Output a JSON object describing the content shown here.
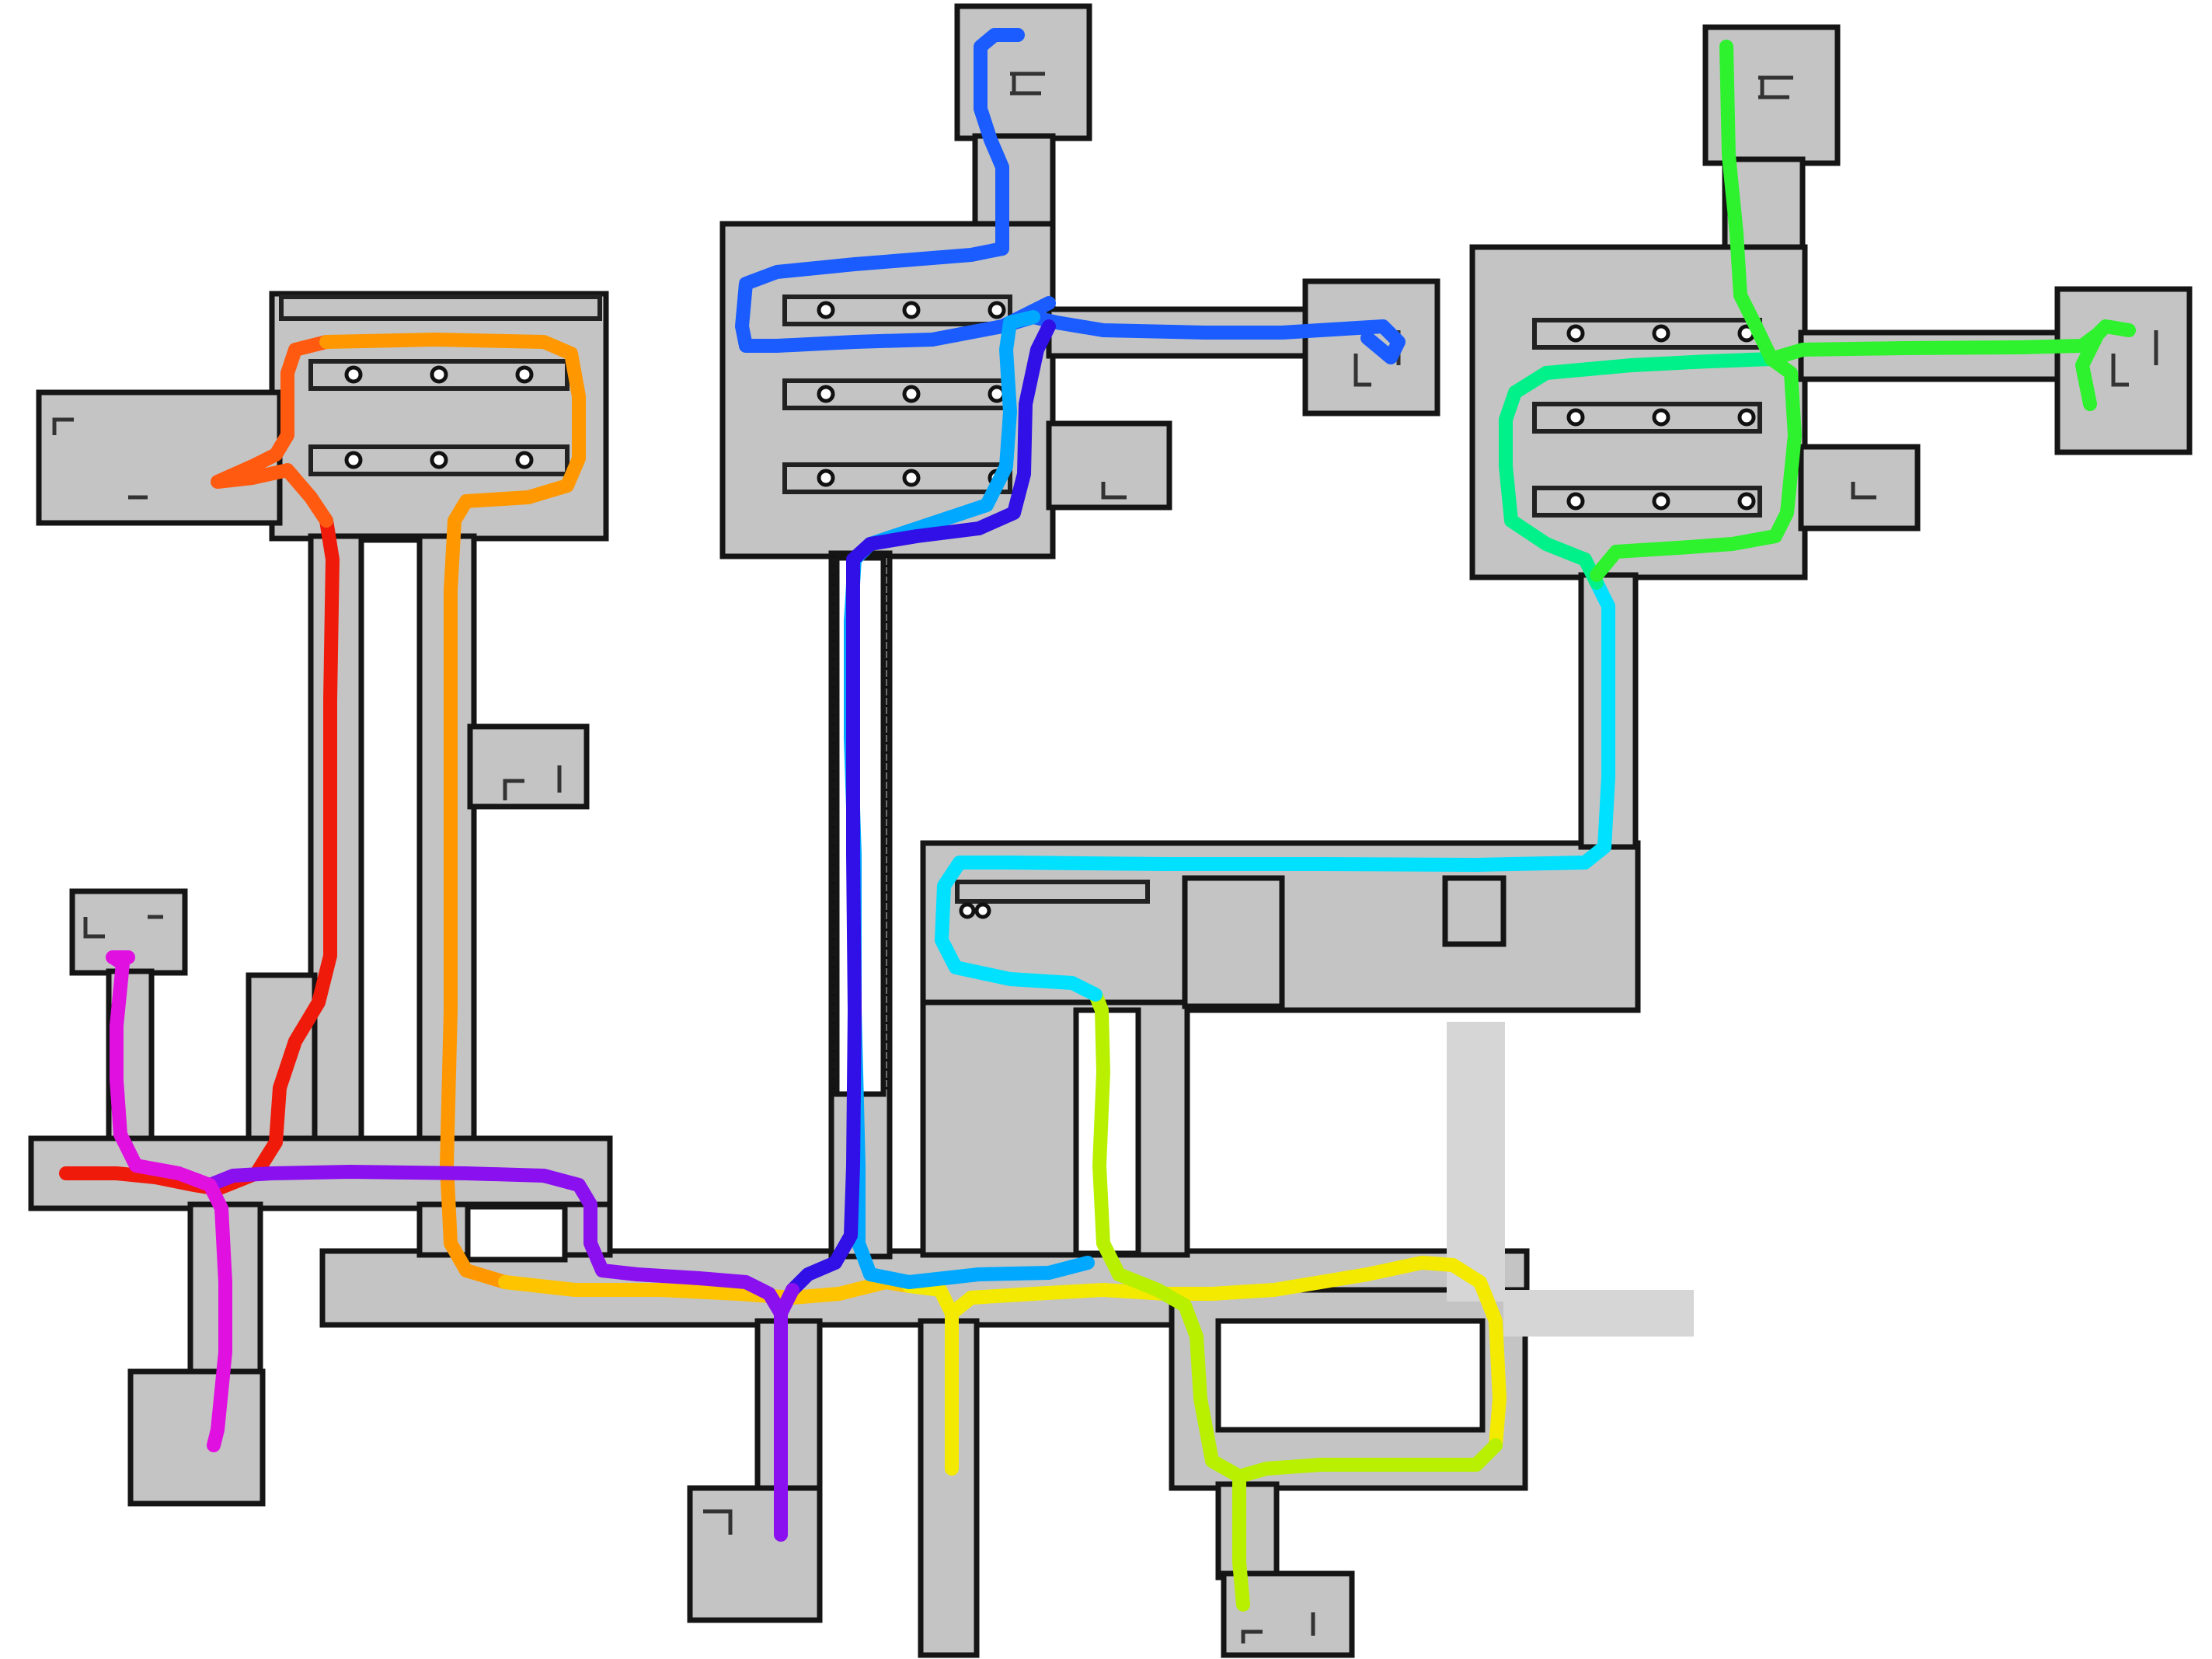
{
  "map": {
    "background": "#ffffff",
    "floor_color": "#c4c4c4",
    "wall_color": "#151515"
  },
  "trajectory": {
    "gradient": [
      "#ff0000",
      "#ff8c00",
      "#ffe600",
      "#9dff00",
      "#00ff66",
      "#00e5ff",
      "#0050ff",
      "#4000d9",
      "#8c00ff",
      "#ff00d4"
    ],
    "segments": [
      {
        "id": "red",
        "color": "#f01a0a"
      },
      {
        "id": "orange-red",
        "color": "#ff5a10"
      },
      {
        "id": "orange",
        "color": "#ff9800"
      },
      {
        "id": "yellow-orange",
        "color": "#ffc400"
      },
      {
        "id": "yellow",
        "color": "#f4ea00"
      },
      {
        "id": "yellow-green",
        "color": "#b8f000"
      },
      {
        "id": "green",
        "color": "#2ef22e"
      },
      {
        "id": "spring-green",
        "color": "#00f08a"
      },
      {
        "id": "cyan",
        "color": "#00e0ff"
      },
      {
        "id": "sky-blue",
        "color": "#00a8ff"
      },
      {
        "id": "blue",
        "color": "#1a5cff"
      },
      {
        "id": "indigo",
        "color": "#3010e6"
      },
      {
        "id": "violet",
        "color": "#8a10f0"
      },
      {
        "id": "magenta",
        "color": "#e010e0"
      }
    ]
  }
}
